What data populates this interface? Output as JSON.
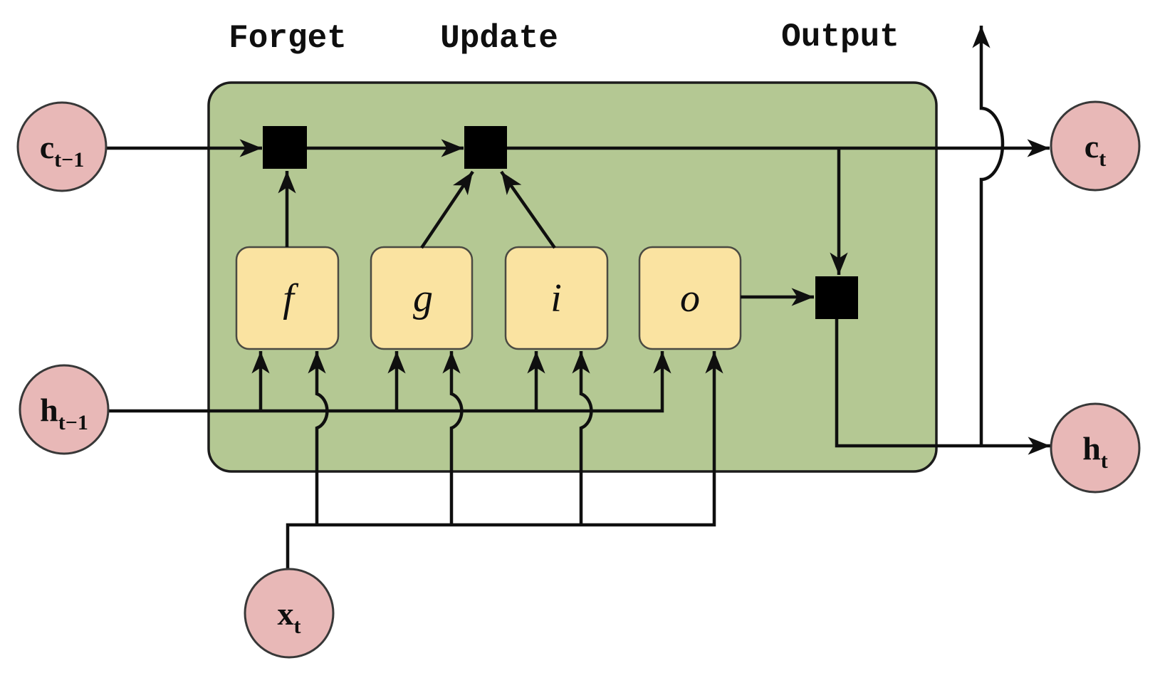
{
  "section_labels": {
    "forget": "Forget",
    "update": "Update",
    "output": "Output"
  },
  "gate_labels": {
    "f": "f",
    "g": "g",
    "i": "i",
    "o": "o"
  },
  "node_labels": {
    "c_prev": {
      "main": "c",
      "sub": "t−1"
    },
    "h_prev": {
      "main": "h",
      "sub": "t−1"
    },
    "x_t": {
      "main": "x",
      "sub": "t"
    },
    "c_t": {
      "main": "c",
      "sub": "t"
    },
    "h_t": {
      "main": "h",
      "sub": "t"
    }
  },
  "colors": {
    "cell_fill": "#b4c893",
    "gate_fill": "#fae3a1",
    "node_fill": "#e8b8b7",
    "line": "#0f0f0f",
    "cell_stroke": "#1c1c1c",
    "gate_stroke": "#4a4a42",
    "node_stroke": "#383838",
    "op_fill": "#000000",
    "background": "#ffffff"
  }
}
